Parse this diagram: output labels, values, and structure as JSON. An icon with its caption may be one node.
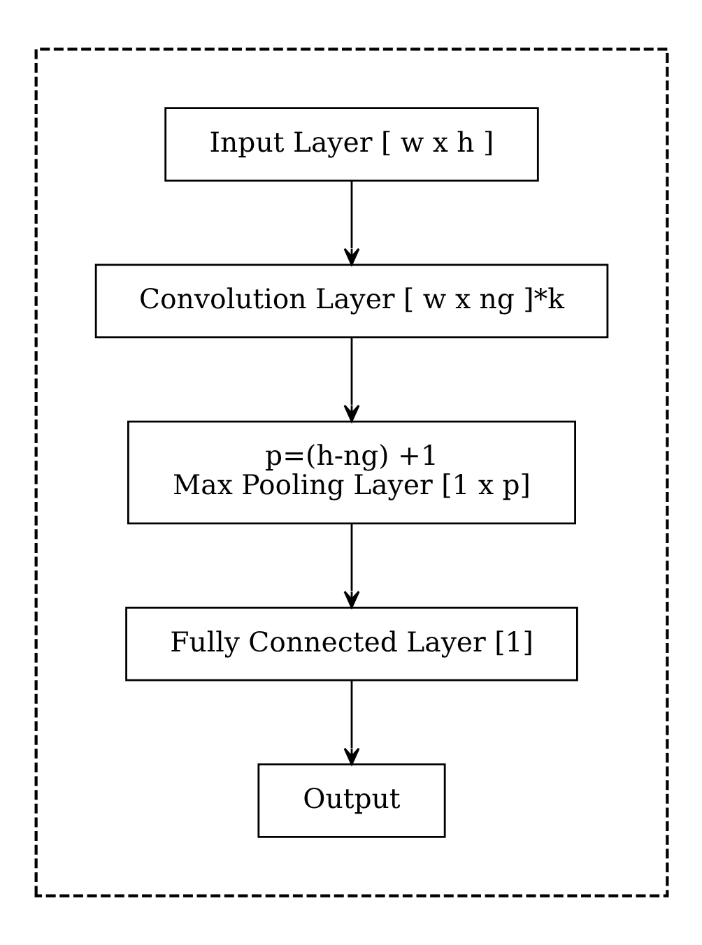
{
  "diagram": {
    "nodes": [
      {
        "text": [],
        "shape": "box"
      },
      {
        "text": [
          "Input Layer [ w x h ]"
        ],
        "in": 0
      },
      {
        "text": [
          "Convolution Layer [ w x ng ]*k"
        ],
        "in": 0
      },
      {
        "text": [
          "p=(h-ng) +1",
          "Max Pooling Layer [1 x p]"
        ],
        "in": 0
      },
      {
        "text": [
          "Fully Connected Layer [1]"
        ],
        "in": 0
      },
      {
        "text": [
          "Output"
        ],
        "in": 0
      }
    ],
    "edges": [
      {
        "from": 1,
        "to": 2,
        "arrow": "to"
      },
      {
        "from": 2,
        "to": 3,
        "arrow": "to"
      },
      {
        "from": 3,
        "to": 4,
        "arrow": "to"
      },
      {
        "from": 4,
        "to": 5,
        "arrow": "to"
      }
    ]
  }
}
